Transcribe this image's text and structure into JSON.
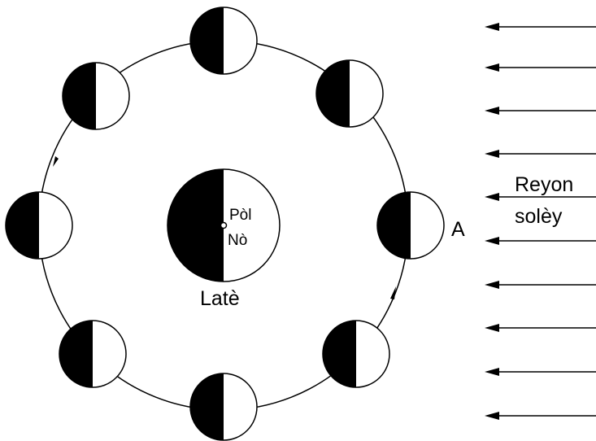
{
  "earth": {
    "label": "Latè",
    "pole_line1": "Pòl",
    "pole_line2": "Nò"
  },
  "sun_rays": {
    "label_line1": "Reyon",
    "label_line2": "solèy",
    "count": 10
  },
  "orbit": {
    "moon_count": 8,
    "marked_position": "A",
    "direction": "counterclockwise"
  },
  "colors": {
    "line": "#000000",
    "shadow": "#000000",
    "lit": "#ffffff"
  }
}
